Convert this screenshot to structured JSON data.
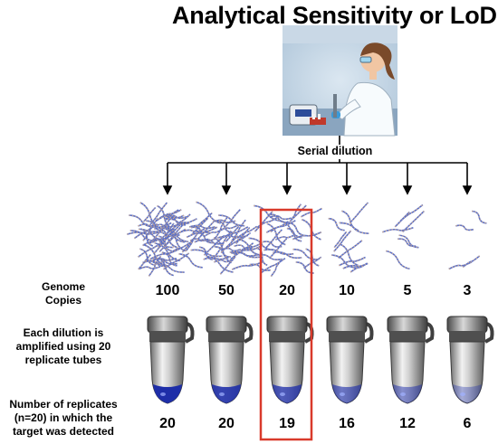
{
  "title": "Analytical Sensitivity or LoD",
  "step_label": "Serial dilution",
  "row_labels": {
    "genome_copies": [
      "Genome",
      "Copies"
    ],
    "dilution": [
      "Each dilution is",
      "amplified using 20",
      "replicate tubes"
    ],
    "replicates": [
      "Number of replicates",
      "(n=20) in which the",
      "target was detected"
    ]
  },
  "dilutions": [
    {
      "copies": "100",
      "detected": "20",
      "fill": 1.0
    },
    {
      "copies": "50",
      "detected": "20",
      "fill": 0.85
    },
    {
      "copies": "20",
      "detected": "19",
      "fill": 0.7
    },
    {
      "copies": "10",
      "detected": "16",
      "fill": 0.5
    },
    {
      "copies": "5",
      "detected": "12",
      "fill": 0.35
    },
    {
      "copies": "3",
      "detected": "6",
      "fill": 0.15
    }
  ],
  "highlight_index": 2,
  "colors": {
    "highlight": "#d93a2b",
    "dna_blue": "#5a6fc7",
    "dna_orange": "#e9b77f",
    "tube_liquid": "#1e2ea8",
    "arrows": "#000000"
  }
}
